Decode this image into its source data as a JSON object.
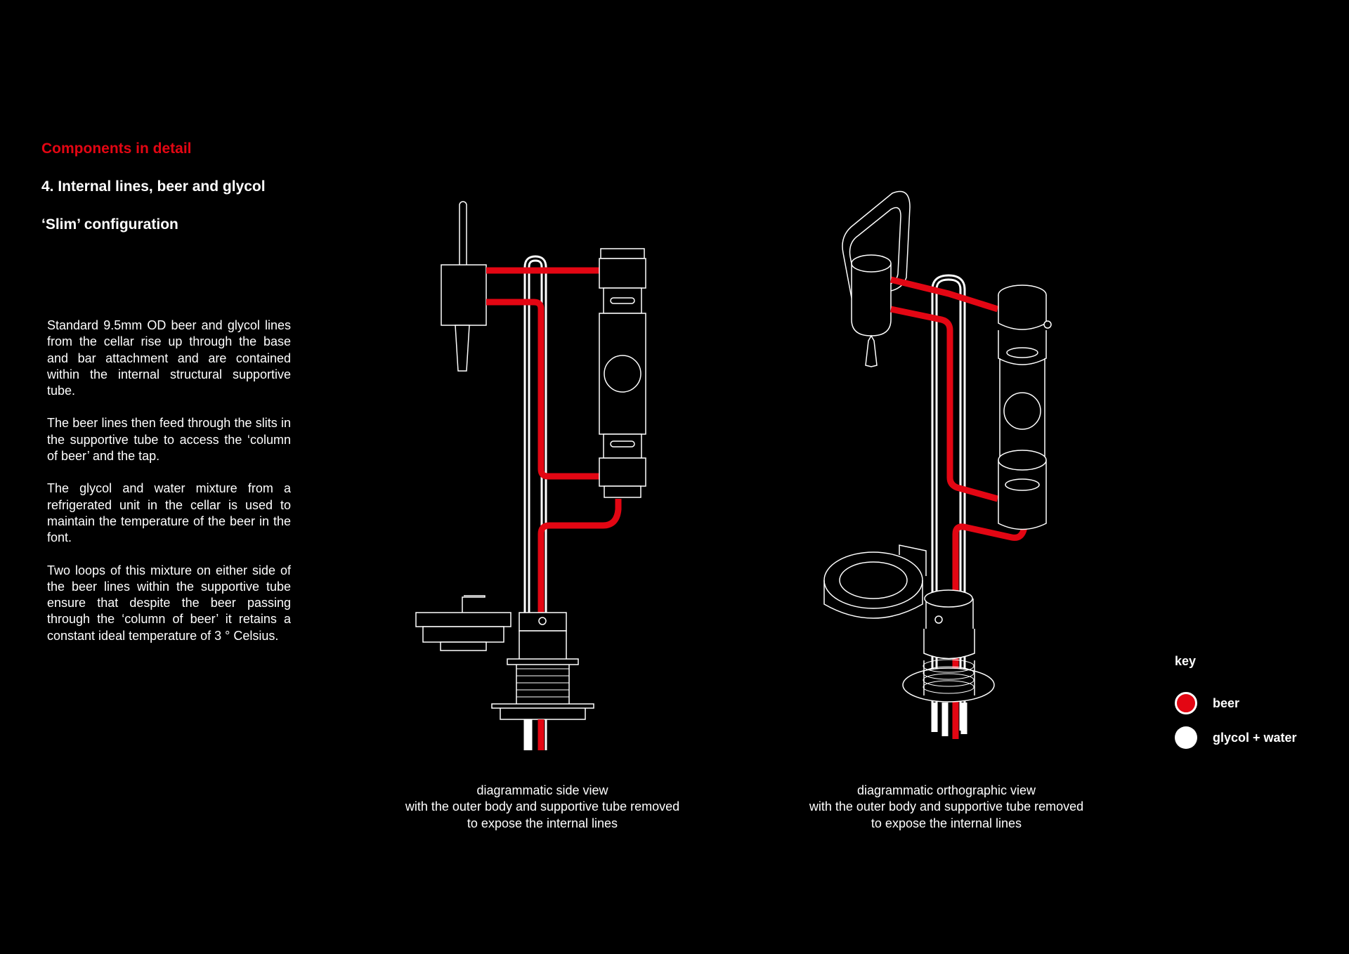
{
  "header": {
    "section": "Components in detail",
    "title": "4. Internal lines, beer and glycol",
    "subtitle": "‘Slim’ configuration"
  },
  "body": {
    "paragraphs": [
      "Standard 9.5mm OD beer and glycol lines from the cellar rise up through the base and bar attachment and are contained within the internal structural supportive tube.",
      "The beer lines then feed through the slits in the supportive tube to access the ‘column of beer’ and the tap.",
      "The glycol and water mixture from a refrigerated unit in the cellar is used to maintain the temperature of the beer in the font.",
      "Two loops of this mixture on either side of the beer lines within the supportive tube ensure that despite the beer passing through the ‘column of beer’ it retains a constant ideal temperature of 3 ° Celsius."
    ]
  },
  "captions": {
    "side": {
      "line1": "diagrammatic side view",
      "line2": "with the outer body and supportive tube removed",
      "line3": "to expose the internal lines"
    },
    "ortho": {
      "line1": "diagrammatic orthographic view",
      "line2": "with the outer body and supportive tube removed",
      "line3": "to expose the internal lines"
    }
  },
  "key": {
    "title": "key",
    "beer_label": "beer",
    "glycol_label": "glycol + water"
  },
  "colors": {
    "beer": "#e30613",
    "glycol": "#ffffff",
    "background": "#000000"
  }
}
